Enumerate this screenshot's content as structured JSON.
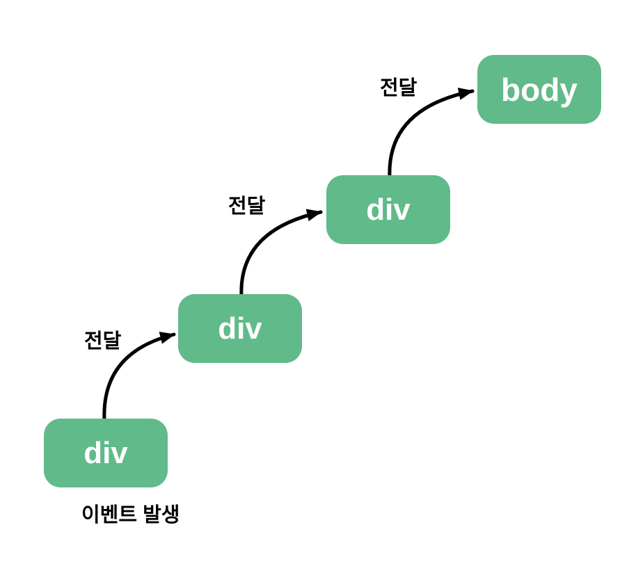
{
  "diagram": {
    "description": "DOM event bubbling diagram",
    "nodes": [
      {
        "label": "div"
      },
      {
        "label": "div"
      },
      {
        "label": "div"
      },
      {
        "label": "body"
      }
    ],
    "arrows": [
      {
        "label": "전달",
        "from": "div",
        "to": "div"
      },
      {
        "label": "전달",
        "from": "div",
        "to": "div"
      },
      {
        "label": "전달",
        "from": "div",
        "to": "body"
      }
    ],
    "caption": "이벤트 발생",
    "colors": {
      "node_fill": "#61ba89",
      "node_text": "#ffffff",
      "arrow": "#000000",
      "label_text": "#000000",
      "background": "#ffffff"
    }
  }
}
